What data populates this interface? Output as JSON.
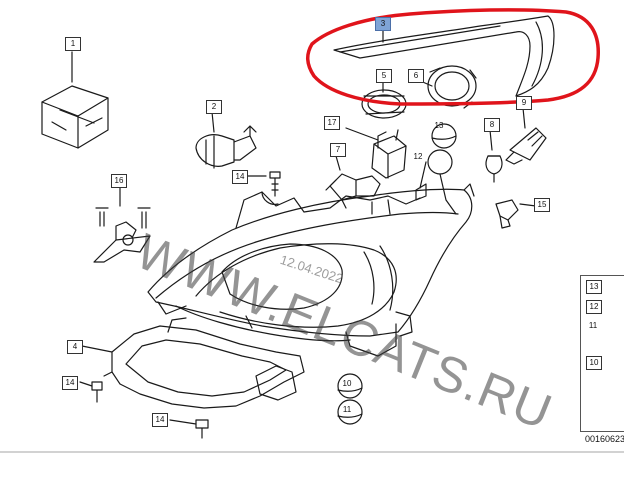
{
  "callouts": {
    "c1": "1",
    "c2": "2",
    "c3": "3",
    "c4": "4",
    "c5": "5",
    "c6": "6",
    "c7": "7",
    "c8": "8",
    "c9": "9",
    "c10": "10",
    "c11": "11",
    "c12": "12",
    "c13": "13",
    "c14a": "14",
    "c14b": "14",
    "c14c": "14",
    "c15": "15",
    "c16": "16",
    "c17": "17"
  },
  "legend": {
    "l13": "13",
    "l12": "12",
    "l11": "11",
    "l10": "10"
  },
  "watermark": "WWW.ELCATS.RU",
  "date_stamp": "12.04.2022",
  "diagram_id": "00160623",
  "colors": {
    "highlight_outline": "#e0141b",
    "line_art": "#1a1a1a",
    "callout_highlight": "#7fa4d6"
  }
}
